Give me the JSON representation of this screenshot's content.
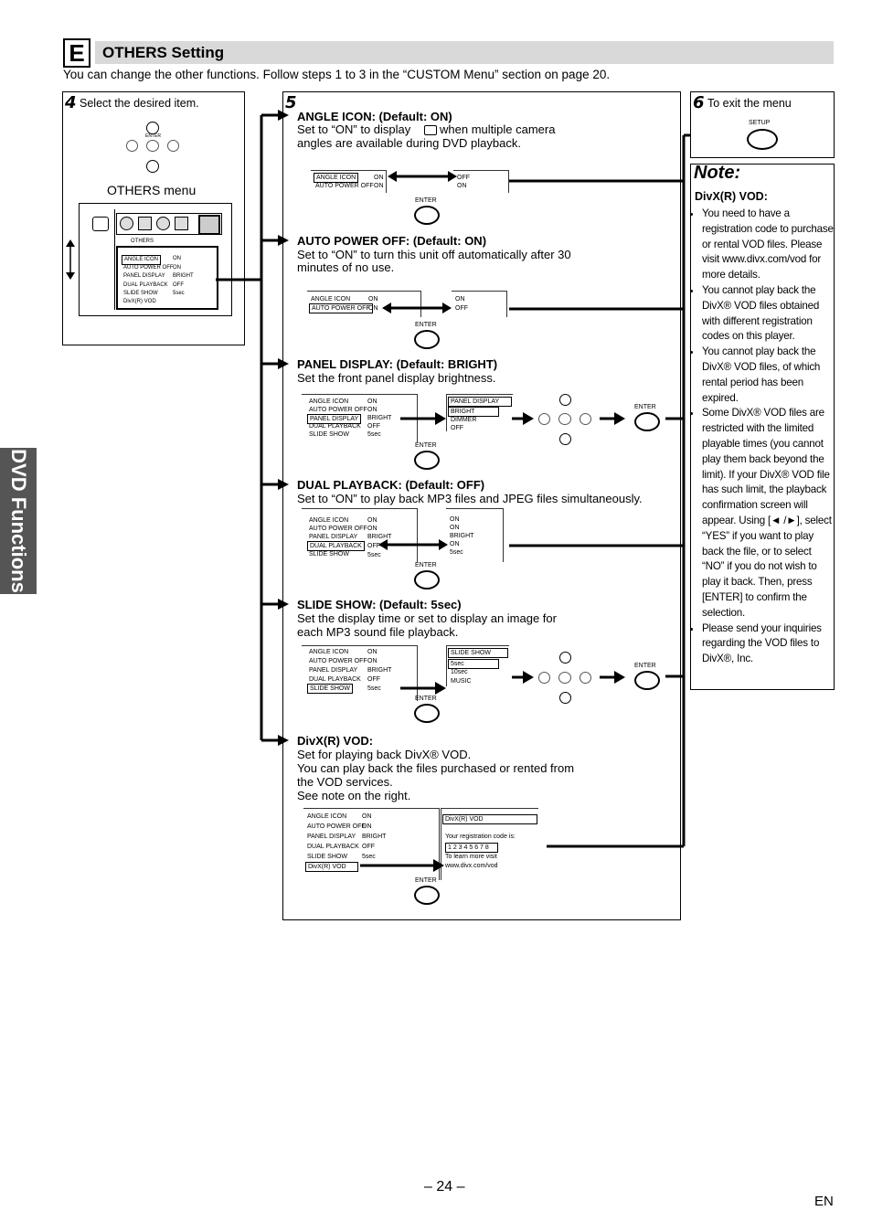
{
  "section_letter": "E",
  "section_title": "OTHERS Setting",
  "intro": "You can change the other functions. Follow steps 1 to 3 in the “CUSTOM Menu” section on page 20.",
  "side_tab": "DVD Functions",
  "step4": {
    "num": "4",
    "text": "Select the desired item.",
    "menu_label": "OTHERS menu",
    "enter": "ENTER",
    "tab_label": "OTHERS",
    "items": [
      "ANGLE ICON",
      "AUTO POWER OFF",
      "PANEL DISPLAY",
      "DUAL PLAYBACK",
      "SLIDE SHOW",
      "DivX(R) VOD"
    ],
    "values": [
      "ON",
      "ON",
      "BRIGHT",
      "OFF",
      "5sec",
      ""
    ]
  },
  "step5": {
    "num": "5",
    "angle": {
      "title": "ANGLE ICON: (Default: ON)",
      "desc1": "Set to “ON” to display",
      "desc2": "when multiple camera",
      "desc3": "angles are available during DVD playback.",
      "left": [
        [
          "ANGLE ICON",
          "ON"
        ],
        [
          "AUTO POWER OFF",
          "ON"
        ]
      ],
      "right": [
        "OFF",
        "ON"
      ],
      "enter": "ENTER"
    },
    "power": {
      "title": "AUTO POWER OFF: (Default: ON)",
      "desc1": "Set to “ON” to turn this unit off automatically after 30",
      "desc2": "minutes of no use.",
      "left": [
        [
          "ANGLE ICON",
          "ON"
        ],
        [
          "AUTO POWER OFF",
          "ON"
        ]
      ],
      "right": [
        "ON",
        "OFF"
      ],
      "enter": "ENTER"
    },
    "panel": {
      "title": "PANEL DISPLAY: (Default: BRIGHT)",
      "desc1": "Set the front panel display brightness.",
      "left": [
        [
          "ANGLE ICON",
          "ON"
        ],
        [
          "AUTO POWER OFF",
          "ON"
        ],
        [
          "PANEL DISPLAY",
          "BRIGHT"
        ],
        [
          "DUAL PLAYBACK",
          "OFF"
        ],
        [
          "SLIDE SHOW",
          "5sec"
        ]
      ],
      "sub_title": "PANEL DISPLAY",
      "sub": [
        "BRIGHT",
        "DIMMER",
        "OFF"
      ],
      "enter": "ENTER"
    },
    "dual": {
      "title": "DUAL PLAYBACK: (Default: OFF)",
      "desc1": "Set to “ON” to play back MP3 files and JPEG files simultaneously.",
      "left": [
        [
          "ANGLE ICON",
          "ON"
        ],
        [
          "AUTO POWER OFF",
          "ON"
        ],
        [
          "PANEL DISPLAY",
          "BRIGHT"
        ],
        [
          "DUAL PLAYBACK",
          "OFF"
        ],
        [
          "SLIDE SHOW",
          "5sec"
        ]
      ],
      "right": [
        "ON",
        "ON",
        "BRIGHT",
        "ON",
        "5sec"
      ],
      "enter": "ENTER"
    },
    "slide": {
      "title": "SLIDE SHOW: (Default: 5sec)",
      "desc1": "Set the display time or set  to display an image for",
      "desc2": "each MP3 sound file playback.",
      "left": [
        [
          "ANGLE ICON",
          "ON"
        ],
        [
          "AUTO POWER OFF",
          "ON"
        ],
        [
          "PANEL DISPLAY",
          "BRIGHT"
        ],
        [
          "DUAL PLAYBACK",
          "OFF"
        ],
        [
          "SLIDE SHOW",
          "5sec"
        ]
      ],
      "sub_title": "SLIDE SHOW",
      "sub": [
        "5sec",
        "10sec",
        "MUSIC"
      ],
      "enter": "ENTER"
    },
    "divx": {
      "title": "DivX(R) VOD:",
      "desc1": "Set for playing back DivX® VOD.",
      "desc2": "You can play back the files purchased or rented from",
      "desc3": "the VOD services.",
      "desc4": "See note on the right.",
      "left": [
        [
          "ANGLE ICON",
          "ON"
        ],
        [
          "AUTO POWER OFF",
          "ON"
        ],
        [
          "PANEL DISPLAY",
          "BRIGHT"
        ],
        [
          "DUAL PLAYBACK",
          "OFF"
        ],
        [
          "SLIDE SHOW",
          "5sec"
        ],
        [
          "DivX(R) VOD",
          ""
        ]
      ],
      "sub_title": "DivX(R) VOD",
      "reg_label": "Your registration code is:",
      "reg_code": "1 2 3 4 5 6 7 8",
      "learn": "To learn more visit",
      "url": "www.divx.com/vod",
      "enter": "ENTER"
    }
  },
  "step6": {
    "num": "6",
    "text": "To exit the menu",
    "button": "SETUP"
  },
  "note": {
    "title": "Note:",
    "heading": "DivX(R) VOD:",
    "bullets": [
      "You need to have a registration code to purchase or rental VOD files. Please visit www.divx.com/vod for more details.",
      "You cannot play back the DivX® VOD files obtained with different registration codes on this player.",
      "You cannot play back the DivX® VOD files, of which rental period has been expired.",
      "Some DivX® VOD files are restricted with the limited playable times (you cannot play them back beyond the limit). If your DivX® VOD file has such limit, the playback confirmation screen will appear. Using [◄ /►], select “YES” if you want to play back the file, or to select “NO” if you do not wish to play it back. Then, press [ENTER] to confirm the selection.",
      "Please send your inquiries regarding the VOD files to DivX®, Inc."
    ]
  },
  "page_number": "– 24 –",
  "lang": "EN"
}
